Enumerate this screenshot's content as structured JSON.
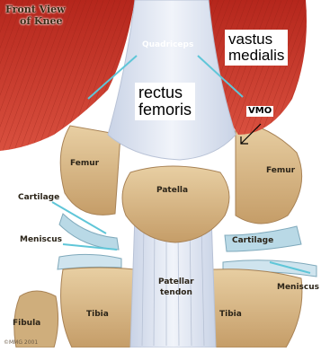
{
  "title": {
    "line1": "Front View",
    "line2": "of Knee"
  },
  "labels": {
    "quadriceps": "Quadriceps",
    "femur_left": "Femur",
    "femur_right": "Femur",
    "cartilage_left": "Cartilage",
    "cartilage_right": "Cartilage",
    "meniscus_left": "Meniscus",
    "meniscus_right": "Meniscus",
    "patella": "Patella",
    "patellar_tendon_line1": "Patellar",
    "patellar_tendon_line2": "tendon",
    "tibia_left": "Tibia",
    "tibia_right": "Tibia",
    "fibula": "Fibula",
    "vmo": "VMO"
  },
  "annotations": {
    "vastus_medialis": {
      "line1": "vastus",
      "line2": "medialis"
    },
    "rectus_femoris": {
      "line1": "rectus",
      "line2": "femoris"
    }
  },
  "copyright": "©MMG 2001",
  "colors": {
    "muscle": "#c8352a",
    "bone": "#d8b98a",
    "tendon": "#dfe6f2",
    "cartilage": "#b9d9e6",
    "pointer": "#5fc6d8"
  }
}
